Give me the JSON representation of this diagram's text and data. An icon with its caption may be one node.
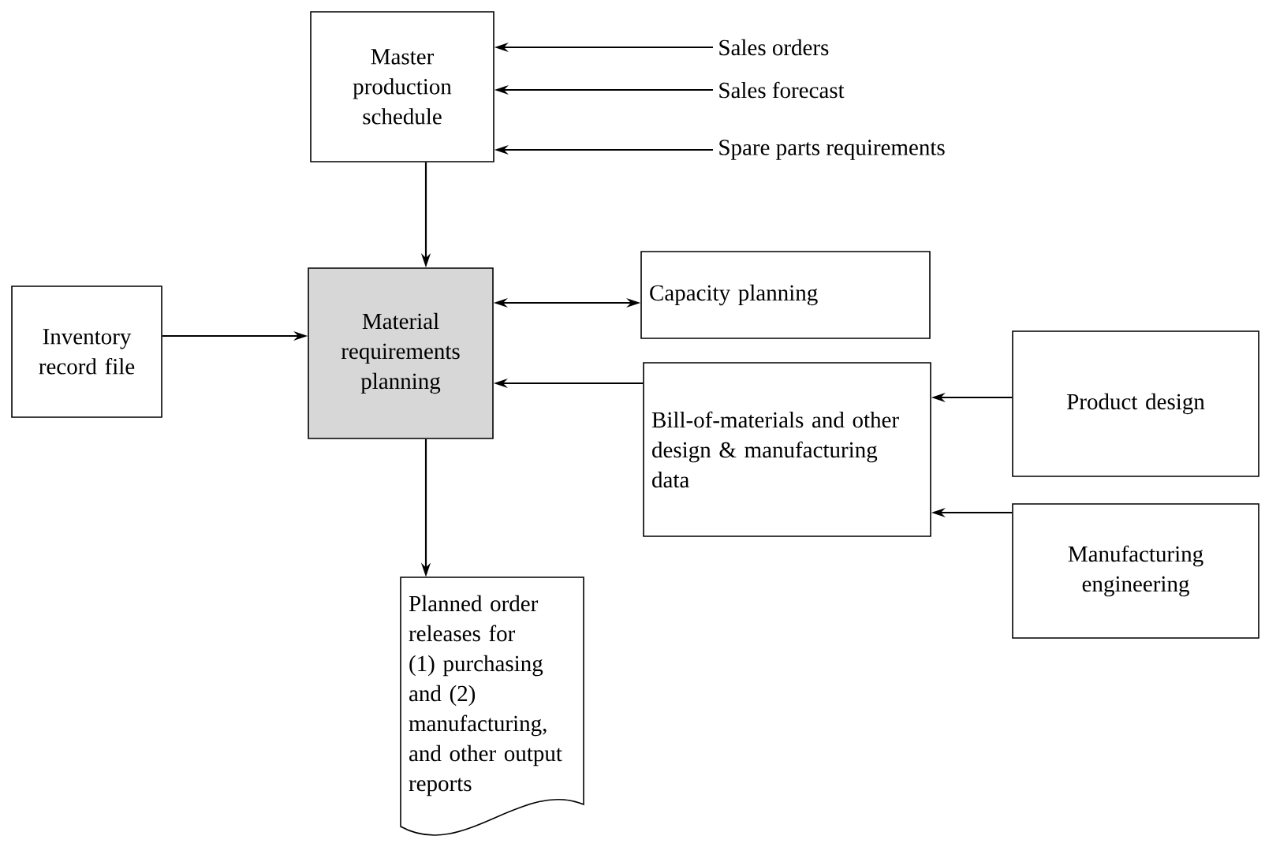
{
  "diagram": {
    "nodes": [
      {
        "text": [
          "Master production schedule"
        ]
      },
      {
        "text": [
          "Sales orders"
        ]
      },
      {
        "text": [
          "Sales forecast"
        ]
      },
      {
        "text": [
          "Spare parts requirements"
        ]
      },
      {
        "text": [
          "Inventory record file"
        ]
      },
      {
        "text": [
          "Material requirements planning"
        ]
      },
      {
        "text": [
          "Capacity planning"
        ]
      },
      {
        "text": [
          "Bill-of-materials and other design & manufacturing data"
        ]
      },
      {
        "text": [
          "Product design"
        ]
      },
      {
        "text": [
          "Manufacturing engineering"
        ]
      },
      {
        "text": [
          "Planned order releases for (1) purchasing and (2) manufacturing, and other output reports"
        ]
      }
    ],
    "edges": [
      {
        "from": 1,
        "to": 0,
        "arrow": "to"
      },
      {
        "from": 2,
        "to": 0,
        "arrow": "to"
      },
      {
        "from": 3,
        "to": 0,
        "arrow": "to"
      },
      {
        "from": 0,
        "to": 5,
        "arrow": "to"
      },
      {
        "from": 4,
        "to": 5,
        "arrow": "to"
      },
      {
        "from": 5,
        "to": 6,
        "arrow": "both"
      },
      {
        "from": 7,
        "to": 5,
        "arrow": "to"
      },
      {
        "from": 8,
        "to": 7,
        "arrow": "to"
      },
      {
        "from": 9,
        "to": 7,
        "arrow": "to"
      },
      {
        "from": 5,
        "to": 10,
        "arrow": "to"
      }
    ]
  }
}
